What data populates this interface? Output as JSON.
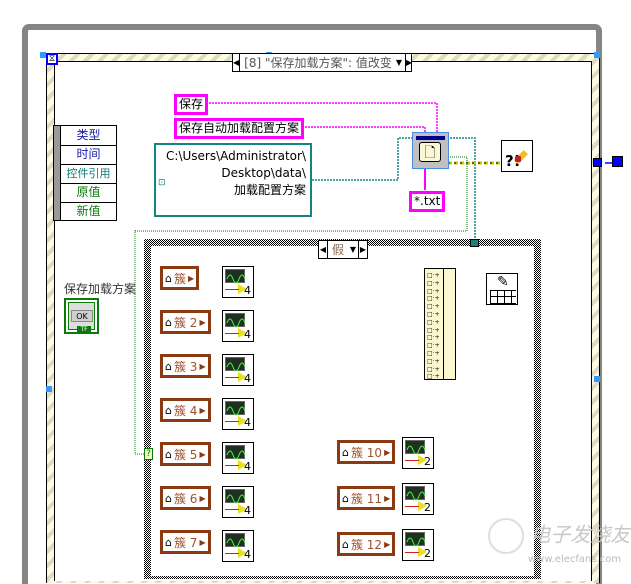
{
  "event_structure": {
    "selector_label": "[8] \"保存加载方案\": 值改变",
    "event_data_fields": [
      "类型",
      "时间",
      "控件引用",
      "原值",
      "新值"
    ]
  },
  "constants": {
    "title_string": "保存",
    "prompt_string": "保存自动加载配置方案",
    "default_path": [
      "C:\\Users\\Administrator\\",
      "Desktop\\data\\",
      "加载配置方案"
    ],
    "pattern_string": "*.txt"
  },
  "control": {
    "label": "保存加载方案",
    "button_text": "OK",
    "type_tag": "TF"
  },
  "case_structure": {
    "selector_label": "假"
  },
  "clusters": [
    {
      "label": "簇",
      "count": "4"
    },
    {
      "label": "簇 2",
      "count": "4"
    },
    {
      "label": "簇 3",
      "count": "4"
    },
    {
      "label": "簇 4",
      "count": "4"
    },
    {
      "label": "簇 5",
      "count": "4"
    },
    {
      "label": "簇 6",
      "count": "4"
    },
    {
      "label": "簇 7",
      "count": "4"
    },
    {
      "label": "簇 10",
      "count": "2"
    },
    {
      "label": "簇 11",
      "count": "2"
    },
    {
      "label": "簇 12",
      "count": "2"
    }
  ],
  "build_array_inputs": 14,
  "icons": {
    "file_dialog": "file-dialog-icon",
    "error_handler": "error-handler-icon",
    "write_spreadsheet": "write-spreadsheet-icon",
    "case_selector_terminal": "question-icon"
  },
  "watermark": {
    "text": "电子发烧友",
    "url_text": "www.elecfans.com"
  },
  "colors": {
    "string_wire": "#ff00ff",
    "path_wire": "#138580",
    "numeric_wire": "#ff8c1a",
    "cluster_border": "#8b3a12",
    "boolean_wire": "#0a7a0a",
    "error_wire": "#c8c800"
  }
}
